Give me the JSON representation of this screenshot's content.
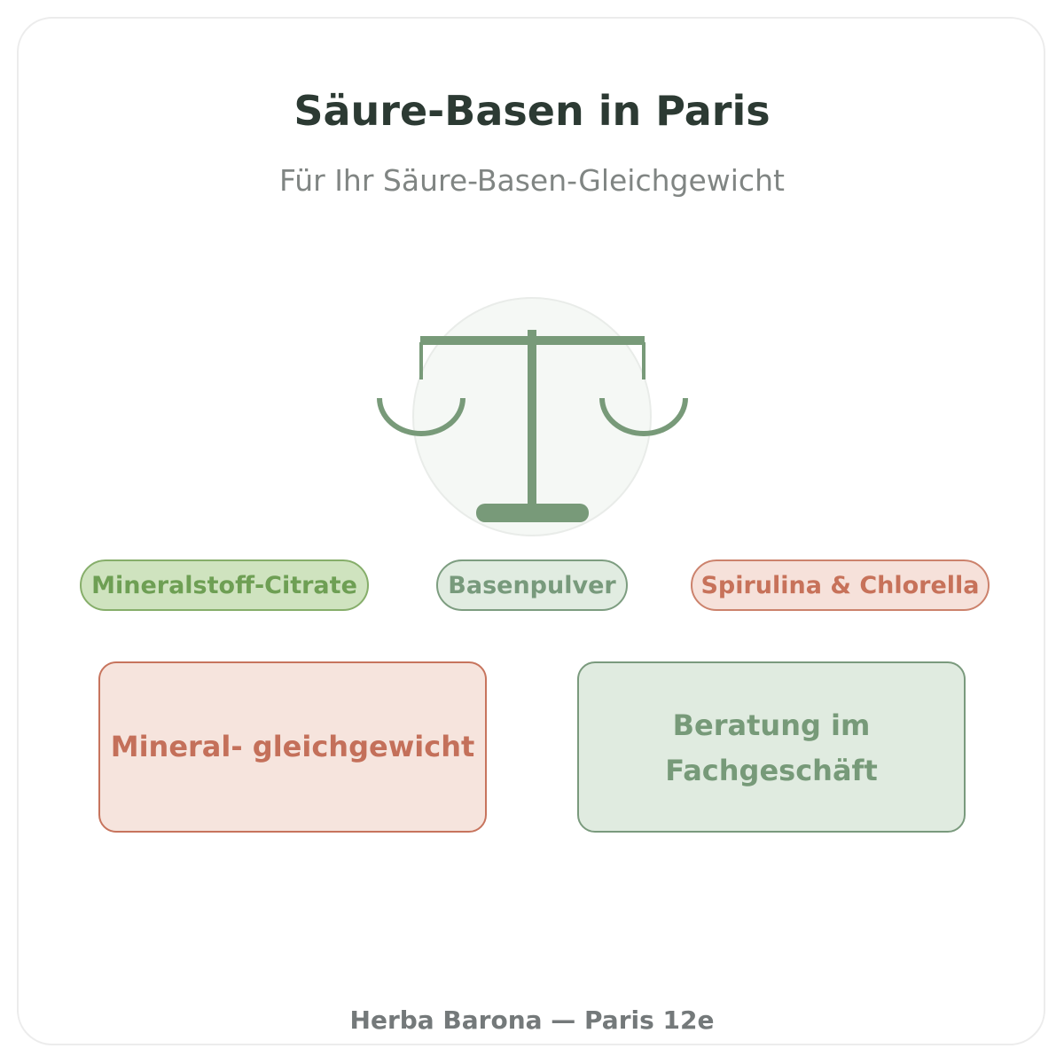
{
  "header": {
    "title": "Säure-Basen in Paris",
    "subtitle": "Für Ihr Säure-Basen-Gleichgewicht"
  },
  "illustration": {
    "icon": "balance-scale-icon",
    "color": "#789a79",
    "circle_color": "#f5f8f5"
  },
  "tags": [
    {
      "label": "Mineralstoff-Citrate",
      "color": "#6e9f54"
    },
    {
      "label": "Basenpulver",
      "color": "#789a7c"
    },
    {
      "label": "Spirulina & Chlorella",
      "color": "#c7725a"
    }
  ],
  "boxes": [
    {
      "label": "Mineral- gleichgewicht",
      "color": "#c4705a"
    },
    {
      "label": "Beratung im Fachgeschäft",
      "color": "#779a79"
    }
  ],
  "footer": {
    "text": "Herba Barona — Paris 12e"
  }
}
